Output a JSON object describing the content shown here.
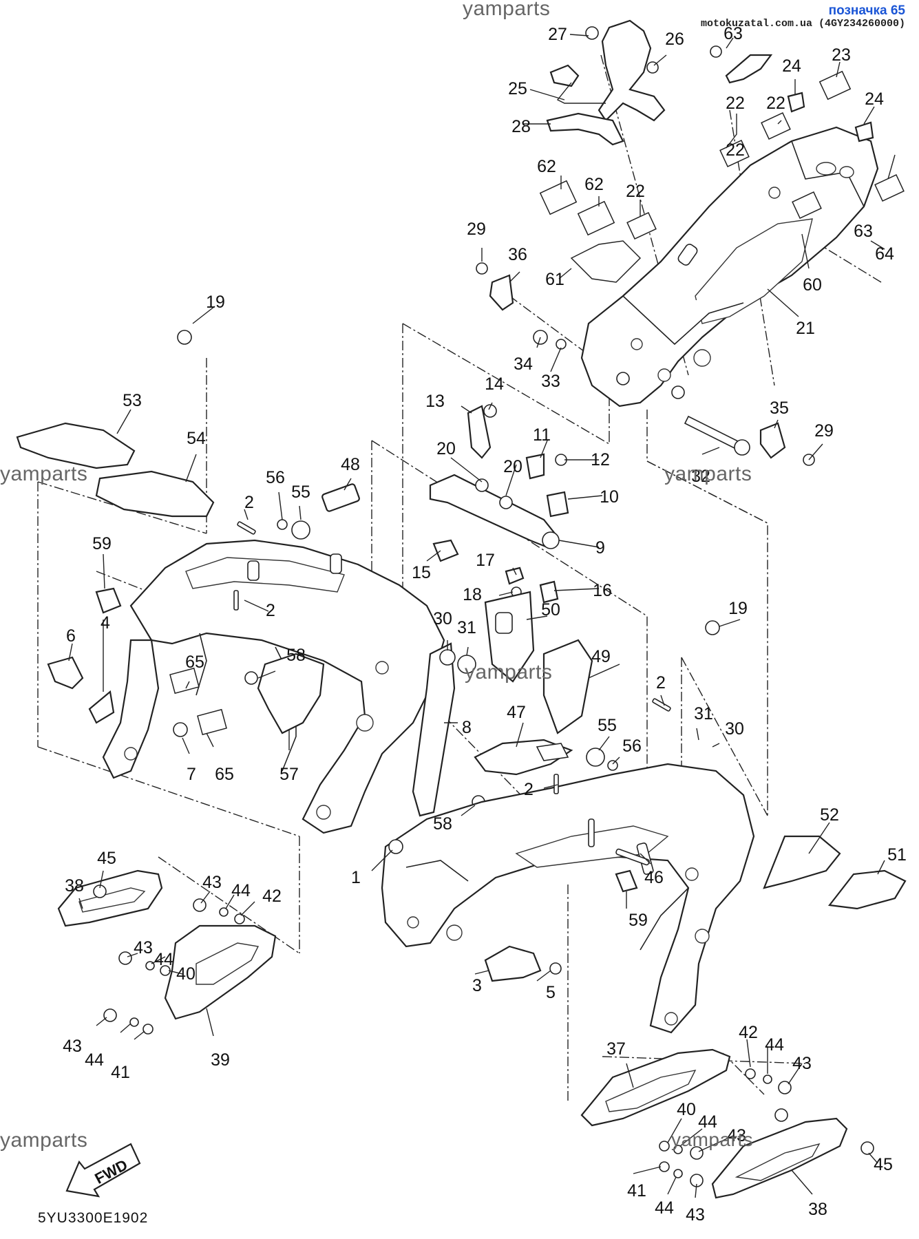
{
  "header": {
    "watermark": "yamparts",
    "brand_mark": "позначка 65",
    "brand_site": "motokuzatal.com.ua (4GY234260000)"
  },
  "footer": {
    "diagram_code": "5YU3300E1902",
    "fwd_label": "FWD"
  },
  "watermarks": [
    "yamparts",
    "yamparts",
    "yamparts",
    "yamparts",
    "yamparts"
  ],
  "callouts": [
    {
      "n": "27"
    },
    {
      "n": "26"
    },
    {
      "n": "63"
    },
    {
      "n": "25"
    },
    {
      "n": "24"
    },
    {
      "n": "23"
    },
    {
      "n": "22"
    },
    {
      "n": "24"
    },
    {
      "n": "28"
    },
    {
      "n": "22"
    },
    {
      "n": "22"
    },
    {
      "n": "62"
    },
    {
      "n": "62"
    },
    {
      "n": "22"
    },
    {
      "n": "29"
    },
    {
      "n": "36"
    },
    {
      "n": "61"
    },
    {
      "n": "63"
    },
    {
      "n": "64"
    },
    {
      "n": "60"
    },
    {
      "n": "21"
    },
    {
      "n": "19"
    },
    {
      "n": "34"
    },
    {
      "n": "33"
    },
    {
      "n": "53"
    },
    {
      "n": "14"
    },
    {
      "n": "13"
    },
    {
      "n": "35"
    },
    {
      "n": "29"
    },
    {
      "n": "54"
    },
    {
      "n": "20"
    },
    {
      "n": "11"
    },
    {
      "n": "12"
    },
    {
      "n": "20"
    },
    {
      "n": "32"
    },
    {
      "n": "48"
    },
    {
      "n": "56"
    },
    {
      "n": "55"
    },
    {
      "n": "2"
    },
    {
      "n": "10"
    },
    {
      "n": "59"
    },
    {
      "n": "9"
    },
    {
      "n": "15"
    },
    {
      "n": "17"
    },
    {
      "n": "16"
    },
    {
      "n": "18"
    },
    {
      "n": "19"
    },
    {
      "n": "6"
    },
    {
      "n": "2"
    },
    {
      "n": "4"
    },
    {
      "n": "30"
    },
    {
      "n": "31"
    },
    {
      "n": "50"
    },
    {
      "n": "58"
    },
    {
      "n": "65"
    },
    {
      "n": "49"
    },
    {
      "n": "2"
    },
    {
      "n": "8"
    },
    {
      "n": "31"
    },
    {
      "n": "30"
    },
    {
      "n": "47"
    },
    {
      "n": "55"
    },
    {
      "n": "56"
    },
    {
      "n": "7"
    },
    {
      "n": "65"
    },
    {
      "n": "57"
    },
    {
      "n": "2"
    },
    {
      "n": "58"
    },
    {
      "n": "52"
    },
    {
      "n": "51"
    },
    {
      "n": "1"
    },
    {
      "n": "46"
    },
    {
      "n": "45"
    },
    {
      "n": "43"
    },
    {
      "n": "44"
    },
    {
      "n": "38"
    },
    {
      "n": "42"
    },
    {
      "n": "59"
    },
    {
      "n": "43"
    },
    {
      "n": "44"
    },
    {
      "n": "40"
    },
    {
      "n": "3"
    },
    {
      "n": "5"
    },
    {
      "n": "43"
    },
    {
      "n": "44"
    },
    {
      "n": "41"
    },
    {
      "n": "39"
    },
    {
      "n": "42"
    },
    {
      "n": "44"
    },
    {
      "n": "37"
    },
    {
      "n": "43"
    },
    {
      "n": "40"
    },
    {
      "n": "44"
    },
    {
      "n": "43"
    },
    {
      "n": "41"
    },
    {
      "n": "44"
    },
    {
      "n": "43"
    },
    {
      "n": "38"
    },
    {
      "n": "45"
    }
  ]
}
